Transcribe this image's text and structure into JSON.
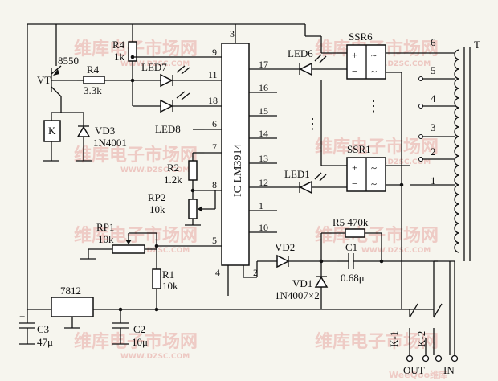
{
  "ic": {
    "pins_left": [
      "9",
      "11",
      "18",
      "6",
      "7",
      "8",
      "5"
    ],
    "pins_right": [
      "17",
      "16",
      "15",
      "14",
      "13",
      "12",
      "1",
      "10"
    ],
    "pin_top": "3",
    "pins_bottom": [
      "4",
      "2"
    ],
    "name": "IC LM3914"
  },
  "labels": {
    "transistor_part": "8550",
    "transistor_ref": "VT",
    "r4": "R4",
    "r4_val": "1k",
    "r3": "R4",
    "r3_val": "3.3k",
    "led7": "LED7",
    "led8": "LED8",
    "led6": "LED6",
    "led1": "LED1",
    "relay": "K",
    "vd3": "VD3",
    "vd3_part": "1N4001",
    "r2": "R2",
    "r2_val": "1.2k",
    "rp2": "RP2",
    "rp2_val": "10k",
    "rp1": "RP1",
    "rp1_val": "10k",
    "r1": "R1",
    "r1_val": "10k",
    "reg": "7812",
    "c3": "C3",
    "c3_val": "47μ",
    "c3_plus": "+",
    "c2": "C2",
    "c2_val": "10μ",
    "vd2": "VD2",
    "vd1": "VD1",
    "vd_part": "1N4007×2",
    "r5": "R5 470k",
    "c1": "C1",
    "c1_val": "0.68μ",
    "ssr6": "SSR6",
    "ssr1": "SSR1",
    "plus": "+",
    "minus": "−",
    "tilde": "~",
    "ellipsis_v": "⋮",
    "tap6": "6",
    "tap5": "5",
    "tap4": "4",
    "tap3": "3",
    "tap2": "2",
    "tap1": "1",
    "transformer": "T",
    "k1": "K-1",
    "k2": "K-2",
    "out": "OUT",
    "in": "IN"
  },
  "watermark": {
    "brand": "维库电子市场网",
    "url": "WWW.DZSC.COM",
    "footer": "WeeQoo维库"
  }
}
